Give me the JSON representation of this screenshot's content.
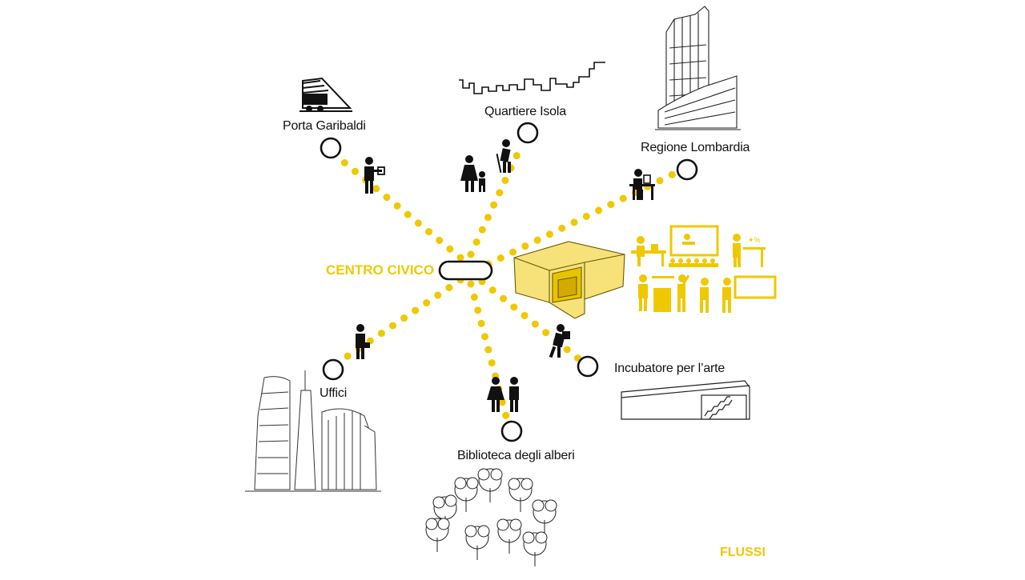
{
  "diagram": {
    "center_label": "CENTRO CIVICO",
    "corner_label": "FLUSSI",
    "nodes": [
      {
        "id": "porta-garibaldi",
        "label": "Porta Garibaldi",
        "icon": "train-icon"
      },
      {
        "id": "quartiere-isola",
        "label": "Quartiere Isola",
        "icon": "skyline-icon"
      },
      {
        "id": "regione-lombardia",
        "label": "Regione Lombardia",
        "icon": "tower-building-icon"
      },
      {
        "id": "uffici",
        "label": "Uffici",
        "icon": "office-towers-icon"
      },
      {
        "id": "biblioteca-degli-alberi",
        "label": "Biblioteca degli alberi",
        "icon": "trees-icon"
      },
      {
        "id": "incubatore-per-arte",
        "label": "Incubatore per l’arte",
        "icon": "gallery-building-icon"
      }
    ],
    "colors": {
      "accent": "#f0c800",
      "building_fill": "#f7e27a",
      "ink": "#111111"
    }
  }
}
